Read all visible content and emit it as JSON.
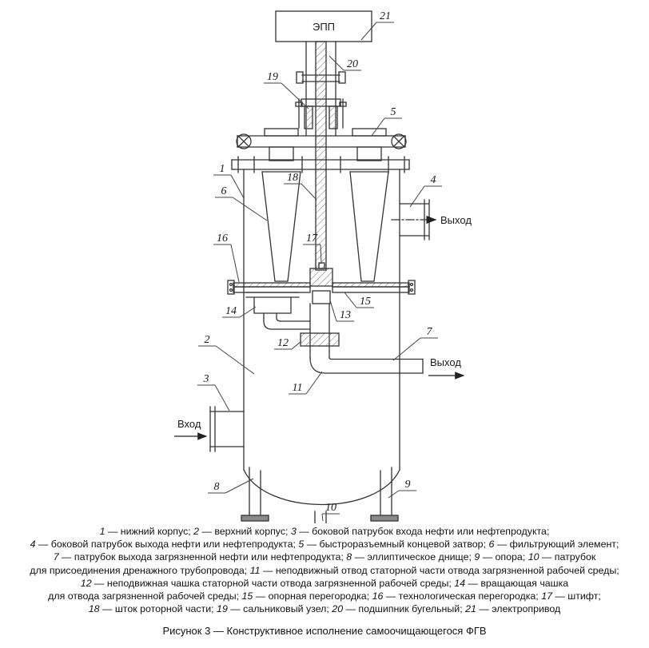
{
  "diagram": {
    "actuator_label": "ЭПП",
    "labels": {
      "inlet": "Вход",
      "outlet_top": "Выход",
      "outlet_mid": "Выход"
    },
    "callouts": {
      "n1": "1",
      "n2": "2",
      "n3": "3",
      "n4": "4",
      "n5": "5",
      "n6": "6",
      "n7": "7",
      "n8": "8",
      "n9": "9",
      "n10": "10",
      "n11": "11",
      "n12": "12",
      "n13": "13",
      "n14": "14",
      "n15": "15",
      "n16": "16",
      "n17": "17",
      "n18": "18",
      "n19": "19",
      "n20": "20",
      "n21": "21"
    }
  },
  "legend": {
    "lines": [
      "1 — нижний корпус; 2 — верхний корпус; 3 — боковой патрубок входа нефти или нефтепродукта;",
      "4 — боковой патрубок выхода нефти или нефтепродукта; 5 — быстроразъемный концевой затвор; 6 — фильтрующий элемент;",
      "7 — патрубок выхода загрязненной нефти или нефтепродукта; 8 — эллиптическое днище; 9 — опора; 10 — патрубок",
      "для присоединения дренажного трубопровода; 11 — неподвижный отвод статорной части отвода загрязненной рабочей среды;",
      "12 — неподвижная чашка статорной части отвода загрязненной рабочей среды; 14 — вращающая чашка",
      "для отвода загрязненной рабочей среды; 15 — опорная перегородка; 16 — технологическая перегородка; 17 — штифт;",
      "18 — шток роторной части; 19 — сальниковый узел; 20 — подшипник бугельный; 21 — электропривод"
    ]
  },
  "caption": "Рисунок 3 — Конструктивное исполнение самоочищающегося ФГВ"
}
